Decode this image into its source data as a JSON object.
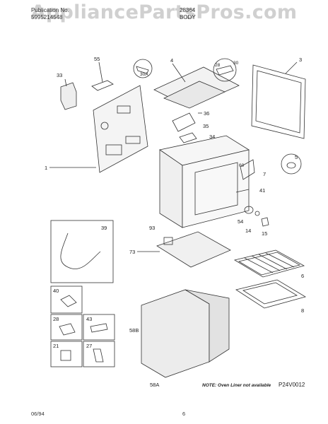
{
  "header": {
    "publication_label": "Publication No.",
    "publication_number": "5995214548",
    "model": "28364",
    "section": "BODY"
  },
  "watermark": "AppliancePartsPros.com",
  "callouts": {
    "c55": "55",
    "c4": "4",
    "c3": "3",
    "c33": "33",
    "c30a": "30A",
    "c28a": "28",
    "c30": "30",
    "c36": "36",
    "c35": "35",
    "c34": "34",
    "c1": "1",
    "c5": "5",
    "c60": "60",
    "c7": "7",
    "c41": "41",
    "c54": "54",
    "c14": "14",
    "c15": "15",
    "c39": "39",
    "c93": "93",
    "c73": "73",
    "c6": "6",
    "c8": "8",
    "c40": "40",
    "c28b": "28",
    "c43": "43",
    "c21": "21",
    "c27": "27",
    "c58b": "58B",
    "c58a": "58A"
  },
  "note": "NOTE: Oven Liner not available",
  "drawing_code": "P24V0012",
  "footer": {
    "date": "06/94",
    "page": "6"
  }
}
